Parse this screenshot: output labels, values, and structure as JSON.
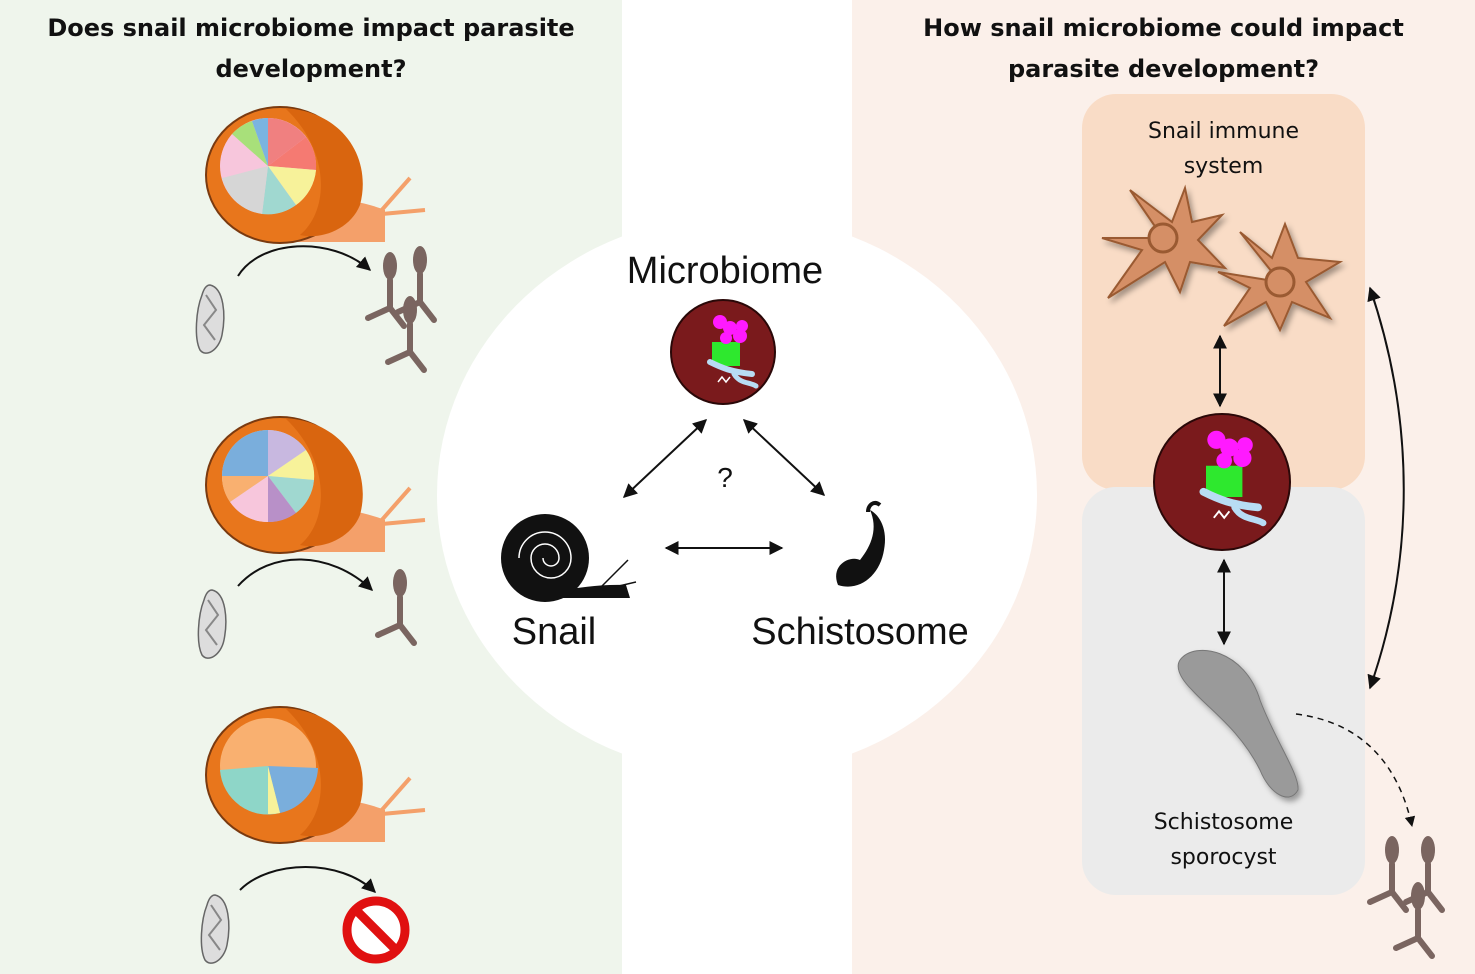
{
  "left_panel": {
    "heading_line1": "Does snail microbiome impact parasite",
    "heading_line2": "development?"
  },
  "right_panel": {
    "heading_line1": "How snail microbiome could impact",
    "heading_line2": "parasite development?",
    "immune_label_line1": "Snail immune",
    "immune_label_line2": "system",
    "sporocyst_label_line1": "Schistosome",
    "sporocyst_label_line2": "sporocyst"
  },
  "center": {
    "microbiome_label": "Microbiome",
    "snail_label": "Snail",
    "schistosome_label": "Schistosome",
    "question_mark": "?"
  },
  "colors": {
    "left_background": "#eff5ec",
    "right_background": "#fbf0ea",
    "shell_orange": "#e8761c",
    "snail_body": "#f4a06a",
    "microbe_circle": "#7a1a1c",
    "cercaria": "#7a6560",
    "no_sign": "#e01010"
  }
}
